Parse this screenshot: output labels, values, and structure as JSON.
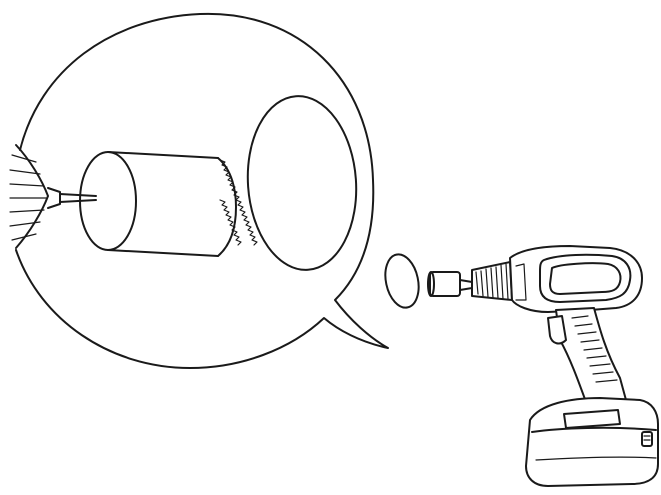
{
  "figure": {
    "kind": "line-drawing",
    "subject": [
      "callout-bubble",
      "hole-saw",
      "drill-chuck",
      "cordless-drill",
      "cut-disc"
    ],
    "colors": {
      "stroke": "#1a1a1a",
      "fill": "#ffffff"
    }
  }
}
